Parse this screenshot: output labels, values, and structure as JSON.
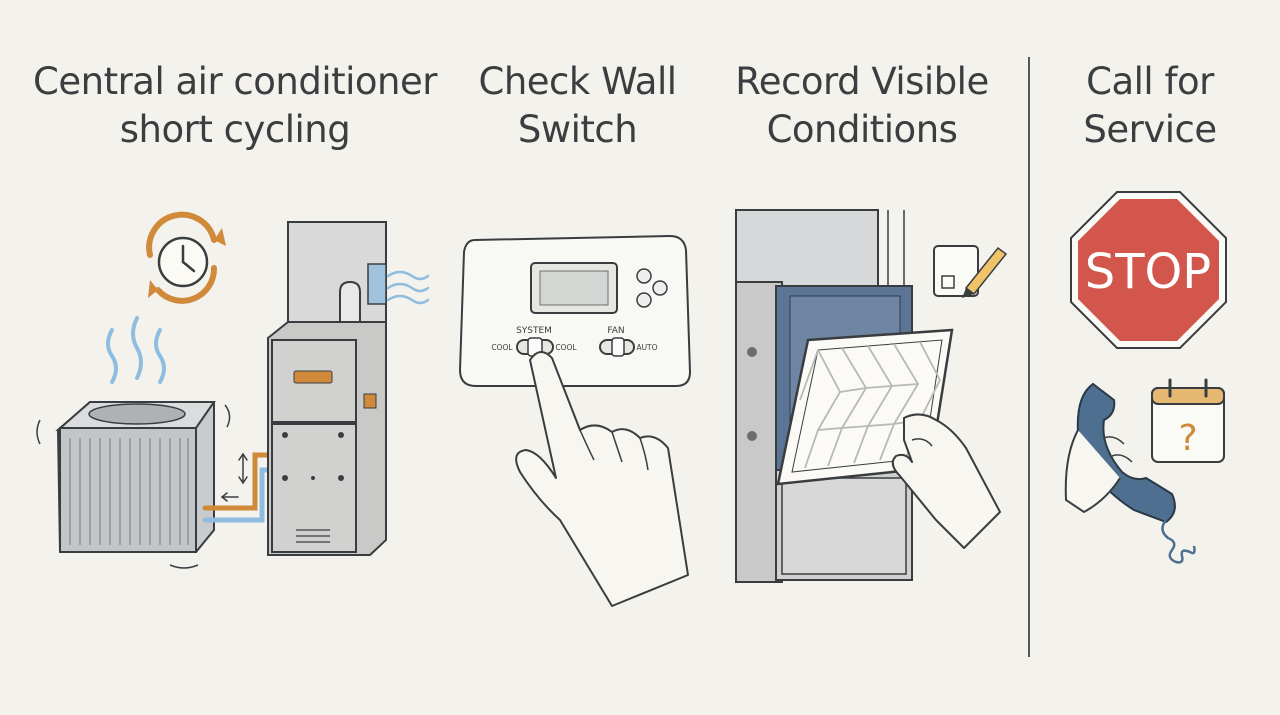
{
  "steps": [
    {
      "id": "problem",
      "title_line1": "Central air conditioner",
      "title_line2": "short cycling"
    },
    {
      "id": "check",
      "title_line1": "Check Wall",
      "title_line2": "Switch"
    },
    {
      "id": "record",
      "title_line1": "Record Visible",
      "title_line2": "Conditions"
    },
    {
      "id": "service",
      "title_line1": "Call for",
      "title_line2": "Service"
    }
  ],
  "thermostat": {
    "system_label": "SYSTEM",
    "system_off_label": "COOL",
    "system_on_label": "COOL",
    "fan_label": "FAN",
    "fan_auto_label": "AUTO"
  },
  "stop_sign": {
    "text": "STOP"
  },
  "calendar": {
    "symbol": "?"
  },
  "colors": {
    "background": "#f3f2ec",
    "stop_red": "#d2564c",
    "copper": "#d08a3a",
    "duct_blue": "#7fb3d8",
    "phone_blue": "#4e6f8f",
    "filter_blue": "#57708f"
  },
  "icons": [
    "clock-cycle-icon",
    "heat-waves-icon",
    "airflow-icon",
    "note-pencil-icon",
    "stop-sign-icon",
    "phone-icon",
    "calendar-question-icon"
  ]
}
